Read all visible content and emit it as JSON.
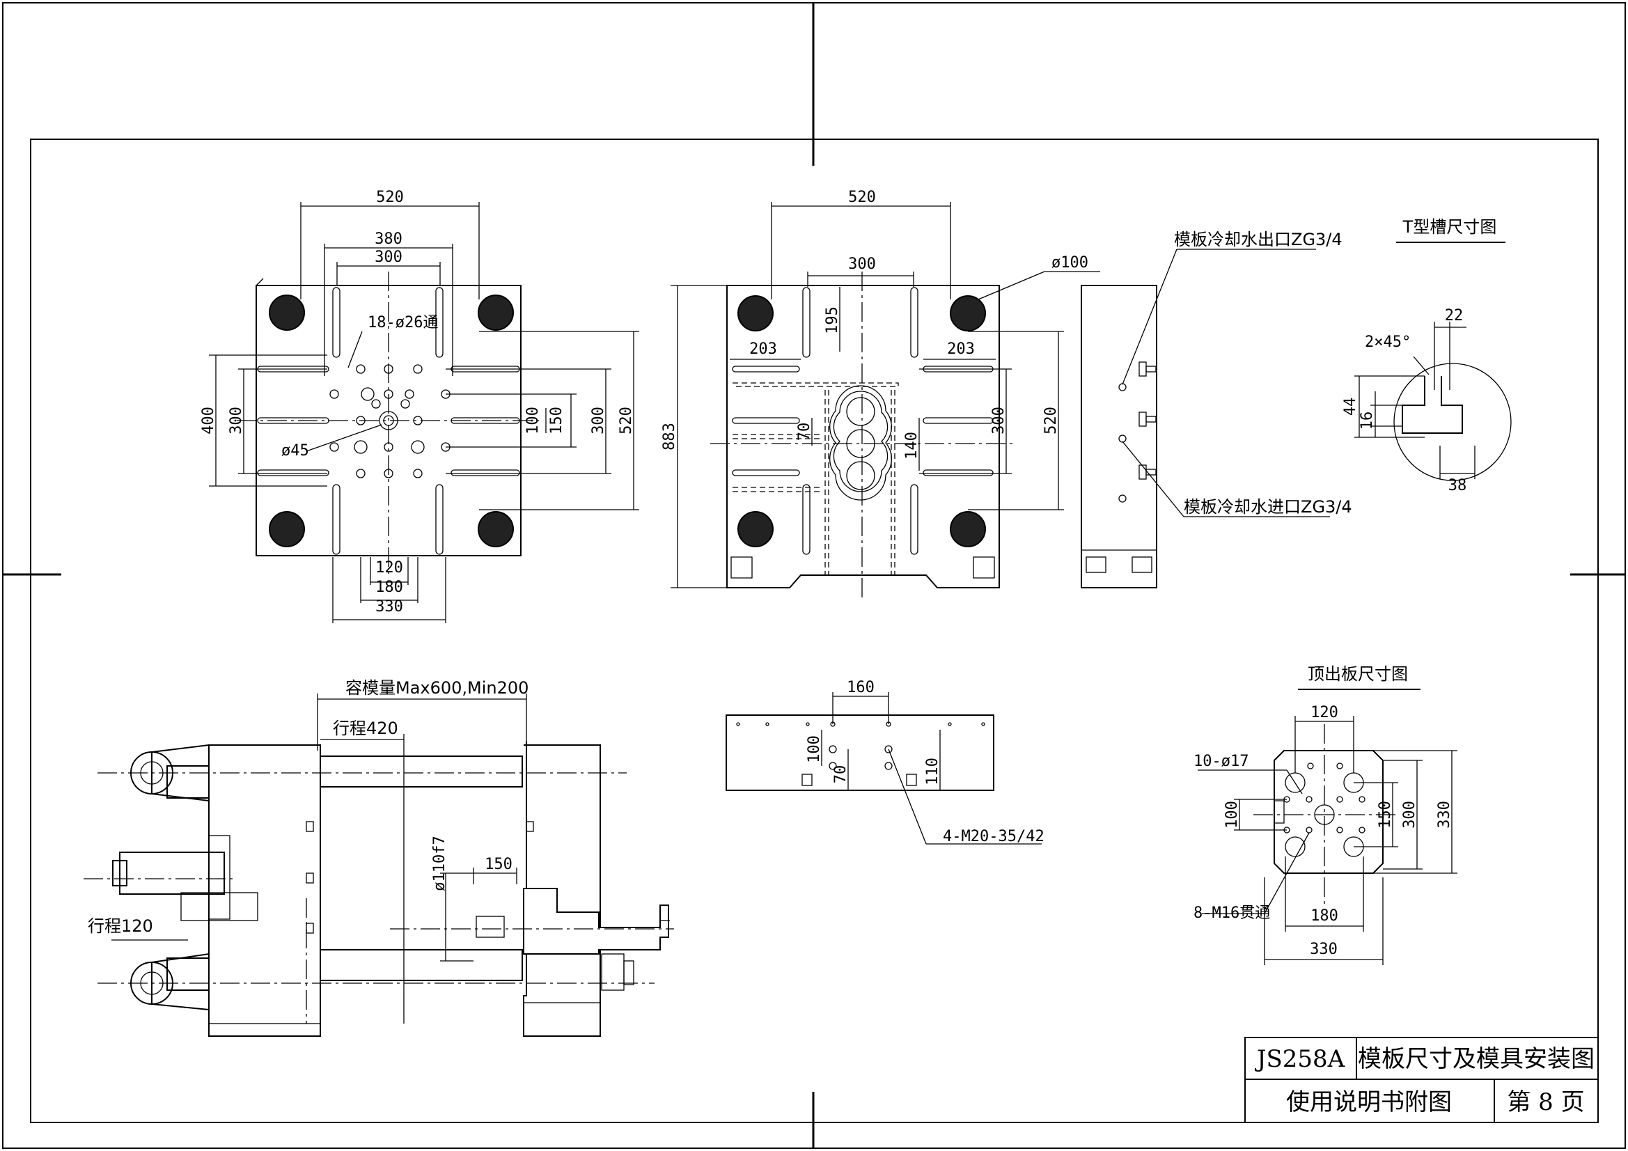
{
  "title_block": {
    "model": "JS258A",
    "title": "模板尺寸及模具安装图",
    "subtitle": "使用说明书附图",
    "page": "第 8 页"
  },
  "views": {
    "fixed_platen": {
      "dims": [
        "520",
        "380",
        "300",
        "400",
        "300",
        "100",
        "150",
        "300",
        "520",
        "120",
        "180",
        "330"
      ],
      "notes": [
        "18-ø26通",
        "ø45"
      ]
    },
    "moving_platen": {
      "dims": [
        "520",
        "300",
        "195",
        "203",
        "203",
        "883",
        "70",
        "140",
        "300",
        "520"
      ],
      "notes": [
        "ø100"
      ]
    },
    "side_view": {
      "notes": [
        "模板冷却水出口ZG3/4",
        "模板冷却水进口ZG3/4"
      ]
    },
    "t_slot": {
      "heading": "T型槽尺寸图",
      "dims": [
        "22",
        "2×45°",
        "44",
        "16",
        "38"
      ]
    },
    "ejector_plate": {
      "heading": "顶出板尺寸图",
      "dims": [
        "120",
        "100",
        "150",
        "300",
        "330",
        "180",
        "330"
      ],
      "notes": [
        "10-ø17",
        "8-M16贯通"
      ]
    },
    "top_strip": {
      "dims": [
        "160",
        "100",
        "70",
        "110"
      ],
      "notes": [
        "4-M20-35/42"
      ]
    },
    "machine": {
      "notes": [
        "容模量Max600,Min200",
        "行程420",
        "ø110f7",
        "150",
        "行程120"
      ]
    }
  }
}
